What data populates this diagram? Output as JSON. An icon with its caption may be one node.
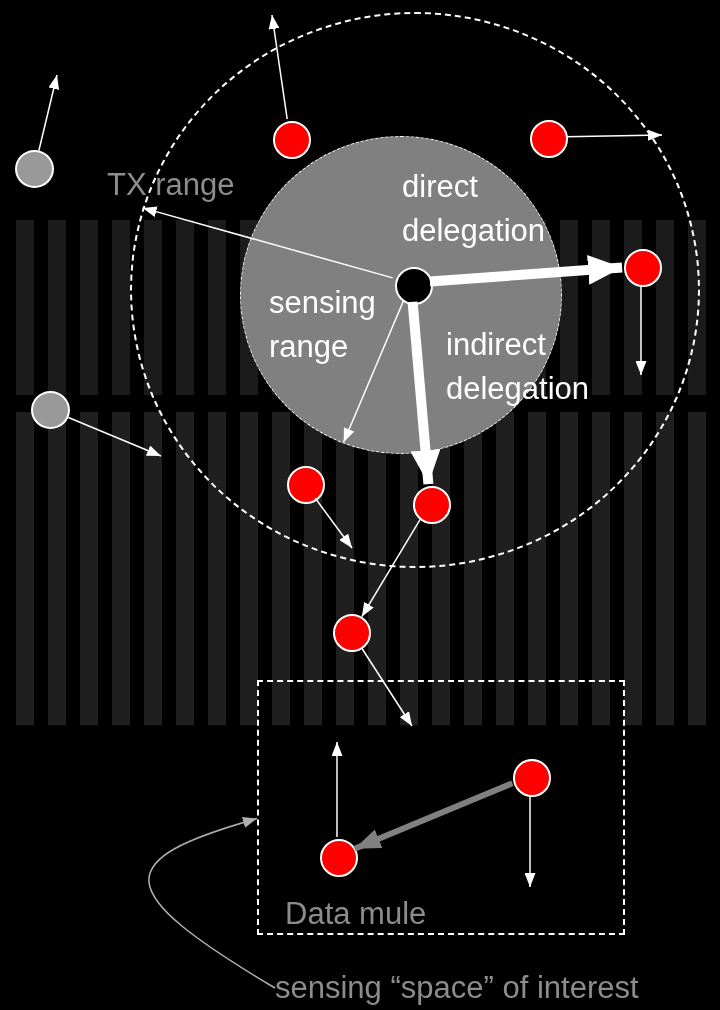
{
  "diagram": {
    "nodes": [
      {
        "text": [
          "TX range"
        ]
      },
      {
        "text": [
          "sensing range"
        ],
        "in": 0
      },
      {
        "text": [],
        "shape": "circle",
        "in": 1
      },
      {
        "text": [],
        "shape": "circle",
        "in": 0
      },
      {
        "text": [],
        "shape": "circle",
        "in": 0
      },
      {
        "text": [],
        "shape": "circle",
        "in": 0
      },
      {
        "text": [],
        "shape": "circle",
        "in": 0
      },
      {
        "text": [],
        "shape": "circle",
        "in": 0
      },
      {
        "text": [],
        "shape": "circle"
      },
      {
        "text": [],
        "shape": "circle"
      },
      {
        "text": [],
        "shape": "circle"
      },
      {
        "text": [
          "Data mule"
        ]
      },
      {
        "text": [],
        "shape": "circle",
        "in": 11
      },
      {
        "text": [],
        "shape": "circle",
        "in": 11
      },
      {
        "text": [
          "sensing “space” of interest"
        ]
      }
    ],
    "edges": [
      {
        "from": 2,
        "to": 0,
        "arrow": "to"
      },
      {
        "from": 2,
        "to": 1,
        "arrow": "to"
      },
      {
        "from": 2,
        "to": 5,
        "arrow": "to",
        "label": "direct delegation",
        "style": "thick"
      },
      {
        "from": 2,
        "to": 7,
        "arrow": "to",
        "label": "indirect delegation",
        "style": "thick"
      },
      {
        "from": 3,
        "to": null,
        "arrow": "to"
      },
      {
        "from": 4,
        "to": null,
        "arrow": "to"
      },
      {
        "from": 5,
        "to": null,
        "arrow": "to"
      },
      {
        "from": 6,
        "to": null,
        "arrow": "to"
      },
      {
        "from": 7,
        "to": 10,
        "arrow": "to"
      },
      {
        "from": 10,
        "to": null,
        "arrow": "to"
      },
      {
        "from": 8,
        "to": null,
        "arrow": "to"
      },
      {
        "from": 9,
        "to": null,
        "arrow": "to"
      },
      {
        "from": 12,
        "to": 13,
        "arrow": "to",
        "style": "thick",
        "color": "#808080"
      },
      {
        "from": 13,
        "to": null,
        "arrow": "to"
      },
      {
        "from": 12,
        "to": null,
        "arrow": "to"
      },
      {
        "from": 14,
        "to": 11,
        "arrow": "to",
        "color": "#b0b0b0"
      }
    ]
  }
}
